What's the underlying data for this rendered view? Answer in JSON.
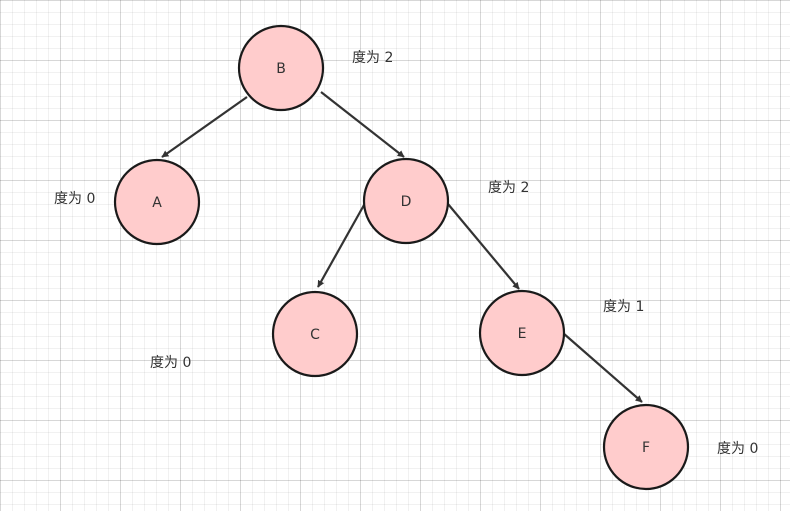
{
  "colors": {
    "node_fill": "#ffcccc",
    "node_stroke": "#1a1a1a",
    "edge": "#333333",
    "text": "#333333"
  },
  "nodes": {
    "B": {
      "label": "B"
    },
    "A": {
      "label": "A"
    },
    "D": {
      "label": "D"
    },
    "C": {
      "label": "C"
    },
    "E": {
      "label": "E"
    },
    "F": {
      "label": "F"
    }
  },
  "edges": [
    {
      "from": "B",
      "to": "A"
    },
    {
      "from": "B",
      "to": "D"
    },
    {
      "from": "D",
      "to": "C"
    },
    {
      "from": "D",
      "to": "E"
    },
    {
      "from": "E",
      "to": "F"
    }
  ],
  "degree_labels": {
    "B": "度为 2",
    "A": "度为 0",
    "D": "度为 2",
    "C": "度为 0",
    "E": "度为 1",
    "F": "度为 0"
  }
}
